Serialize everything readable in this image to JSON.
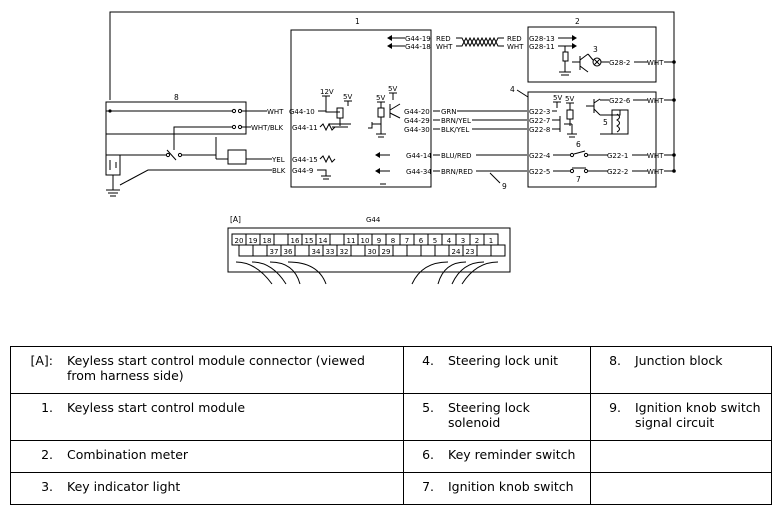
{
  "callouts": {
    "c1": "1",
    "c2": "2",
    "c3": "3",
    "c4": "4",
    "c5": "5",
    "c6": "6",
    "c7": "7",
    "c8": "8",
    "c9": "9"
  },
  "supply": {
    "v12": "12V",
    "v5": "5V"
  },
  "wires": {
    "g44_19": "G44-19",
    "red": "RED",
    "red2": "RED",
    "g28_13": "G28-13",
    "g44_18": "G44-18",
    "wht": "WHT",
    "wht2": "WHT",
    "g28_11": "G28-11",
    "g28_2": "G28-2",
    "wht_g28_2": "WHT",
    "wht_g44_10": "WHT",
    "g44_10": "G44-10",
    "whtblk": "WHT/BLK",
    "g44_11": "G44-11",
    "yel": "YEL",
    "g44_15": "G44-15",
    "blk": "BLK",
    "g44_9": "G44-9",
    "g44_20": "G44-20",
    "grn": "GRN",
    "g22_3": "G22-3",
    "g44_29": "G44-29",
    "brnyel": "BRN/YEL",
    "g22_7": "G22-7",
    "g44_30": "G44-30",
    "blkyel": "BLK/YEL",
    "g22_8": "G22-8",
    "g22_6": "G22-6",
    "wht_g22_6": "WHT",
    "g44_14": "G44-14",
    "blured": "BLU/RED",
    "g22_4": "G22-4",
    "g22_1": "G22-1",
    "wht_g22_1": "WHT",
    "g44_34": "G44-34",
    "brnred": "BRN/RED",
    "g22_5": "G22-5",
    "g22_2": "G22-2",
    "wht_g22_2": "WHT"
  },
  "connector": {
    "tag": "[A]",
    "name": "G44",
    "top_pins": [
      "20",
      "19",
      "18",
      "",
      "16",
      "15",
      "14",
      "",
      "11",
      "10",
      "9",
      "8",
      "7",
      "6",
      "5",
      "4",
      "3",
      "2",
      "1"
    ],
    "bottom_pins": [
      "",
      "",
      "",
      "37",
      "36",
      "",
      "34",
      "33",
      "32",
      "",
      "30",
      "29",
      "",
      "",
      "",
      "",
      "24",
      "23",
      "",
      ""
    ]
  },
  "legend": [
    [
      {
        "num": "[A]:",
        "text": "Keyless start control module connector (viewed from harness side)"
      },
      {
        "num": "4.",
        "text": "Steering lock unit"
      },
      {
        "num": "8.",
        "text": "Junction block"
      }
    ],
    [
      {
        "num": "1.",
        "text": "Keyless start control module"
      },
      {
        "num": "5.",
        "text": "Steering lock solenoid"
      },
      {
        "num": "9.",
        "text": "Ignition knob switch signal circuit"
      }
    ],
    [
      {
        "num": "2.",
        "text": "Combination meter"
      },
      {
        "num": "6.",
        "text": "Key reminder switch"
      },
      {
        "num": "",
        "text": ""
      }
    ],
    [
      {
        "num": "3.",
        "text": "Key indicator light"
      },
      {
        "num": "7.",
        "text": "Ignition knob switch"
      },
      {
        "num": "",
        "text": ""
      }
    ]
  ]
}
